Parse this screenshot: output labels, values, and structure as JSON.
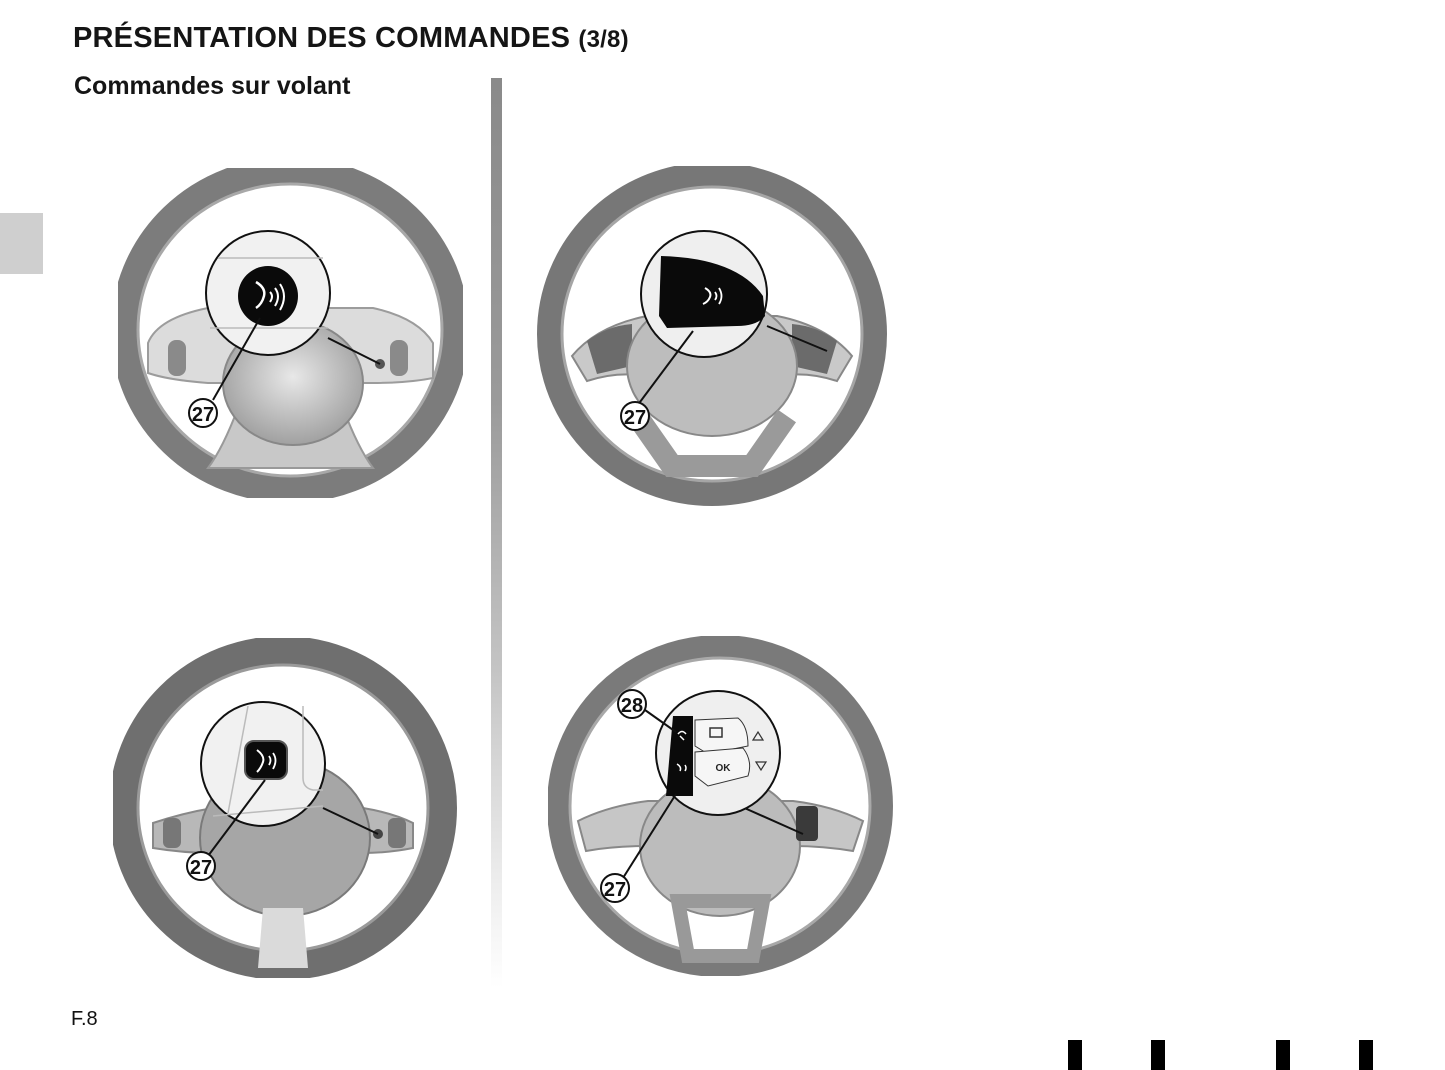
{
  "header": {
    "title": "PRÉSENTATION DES COMMANDES",
    "page_indicator": "(3/8)",
    "section": "Commandes sur volant"
  },
  "figures": [
    {
      "id": "top-left",
      "style": "round-hub",
      "callouts": [
        "27"
      ],
      "icon": "voice-recognition-icon"
    },
    {
      "id": "top-right",
      "style": "triangular-pad",
      "callouts": [
        "27"
      ],
      "icon": "voice-recognition-icon"
    },
    {
      "id": "bottom-left",
      "style": "square-button",
      "callouts": [
        "27"
      ],
      "icon": "voice-recognition-icon"
    },
    {
      "id": "bottom-right",
      "style": "multi-button-pad",
      "callouts": [
        "28",
        "27"
      ],
      "buttons": {
        "ok_label": "OK"
      },
      "icons": [
        "phone-call-icon",
        "voice-recognition-icon",
        "window-icon",
        "up-arrow-icon",
        "down-arrow-icon"
      ]
    }
  ],
  "footer": {
    "figure_label": "F.8"
  },
  "colors": {
    "side_tab": "#cfcfcf",
    "divider": "#8a8a8a",
    "wheel_rim": "#7a7a7a",
    "wheel_light": "#d8d8d8",
    "text": "#151515"
  }
}
